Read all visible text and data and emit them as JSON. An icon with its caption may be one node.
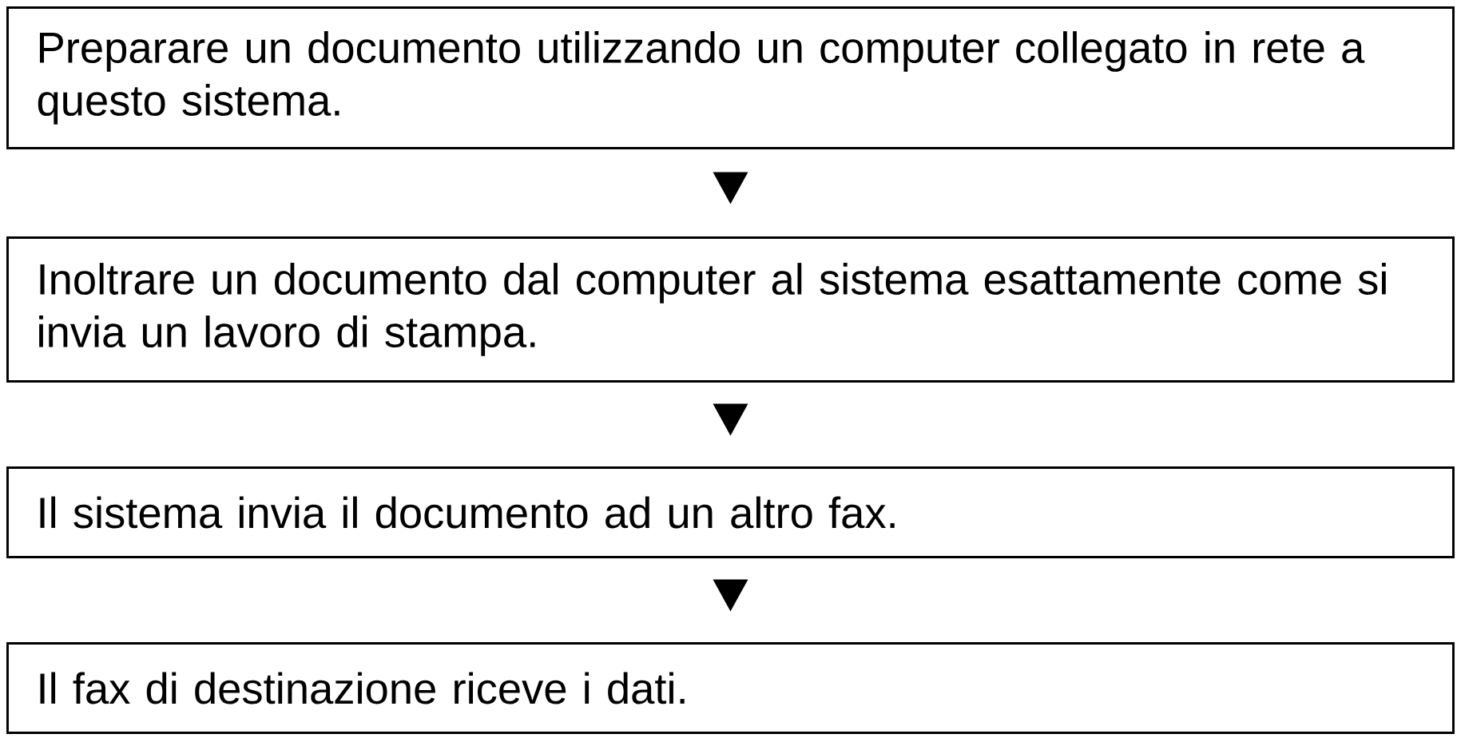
{
  "diagram": {
    "nodes": [
      {
        "text": [
          "Preparare un documento utilizzando un computer collegato in rete a questo sistema."
        ]
      },
      {
        "text": [
          "Inoltrare un documento dal computer al sistema esattamente come si invia un lavoro di stampa."
        ]
      },
      {
        "text": [
          "Il sistema invia il documento ad un altro fax."
        ]
      },
      {
        "text": [
          "Il fax di destinazione riceve i dati."
        ]
      }
    ],
    "edges": [
      {
        "from": 0,
        "to": 1,
        "arrow": "to"
      },
      {
        "from": 1,
        "to": 2,
        "arrow": "to"
      },
      {
        "from": 2,
        "to": 3,
        "arrow": "to"
      }
    ]
  }
}
